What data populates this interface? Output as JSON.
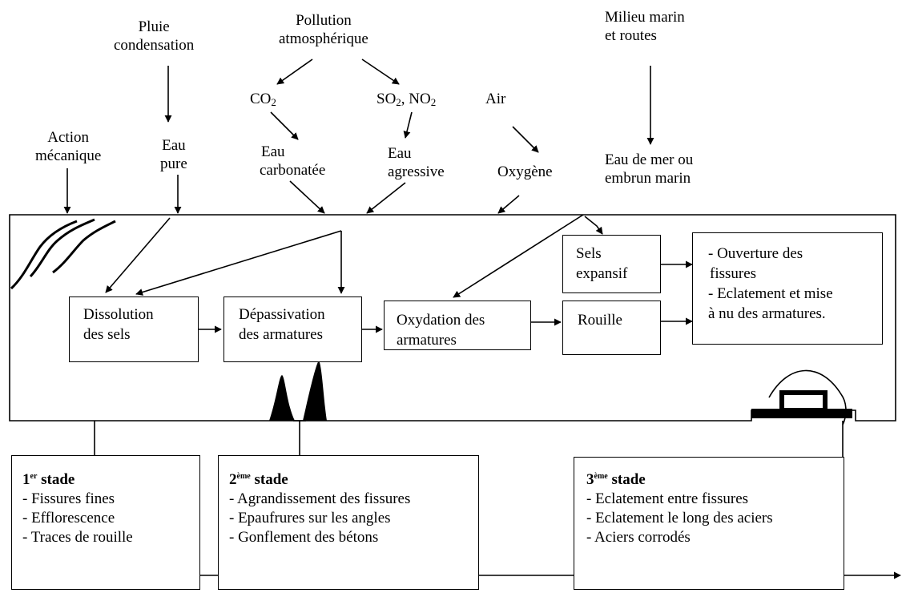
{
  "top": {
    "pluie": [
      "Pluie",
      "condensation"
    ],
    "pollution": [
      "Pollution",
      "atmosphérique"
    ],
    "milieu": [
      "Milieu marin",
      "et routes"
    ],
    "co2": {
      "base": "CO",
      "sub": "2"
    },
    "so2": {
      "a": "SO",
      "sub1": "2",
      "b": ", NO",
      "sub2": "2"
    },
    "air": "Air",
    "action": [
      "Action",
      "mécanique"
    ],
    "eau_pure": [
      "Eau",
      "pure"
    ],
    "eau_carbonatee": [
      "Eau",
      "carbonatée"
    ],
    "eau_agressive": [
      "Eau",
      "agressive"
    ],
    "oxygene": "Oxygène",
    "eau_mer": [
      "Eau de mer ou",
      "embrun marin"
    ]
  },
  "process": {
    "dissolution": [
      "Dissolution",
      "des sels"
    ],
    "depassivation": [
      "Dépassivation",
      "des armatures"
    ],
    "oxydation": [
      "Oxydation des",
      "armatures"
    ],
    "rouille": "Rouille",
    "sels": [
      "Sels",
      "expansif"
    ],
    "ouverture": [
      "- Ouverture des",
      "fissures",
      "- Eclatement et mise",
      "à nu des armatures."
    ]
  },
  "stages": [
    {
      "num": "1",
      "sup": "er",
      "word": " stade",
      "items": [
        "- Fissures fines",
        "- Efflorescence",
        "- Traces de  rouille"
      ]
    },
    {
      "num": "2",
      "sup": "ème",
      "word": " stade",
      "items": [
        "- Agrandissement des fissures",
        "- Epaufrures sur les angles",
        "- Gonflement des bétons"
      ]
    },
    {
      "num": "3",
      "sup": "ème",
      "word": " stade",
      "items": [
        "- Eclatement entre fissures",
        "- Eclatement le long des aciers",
        "- Aciers corrodés"
      ]
    }
  ]
}
